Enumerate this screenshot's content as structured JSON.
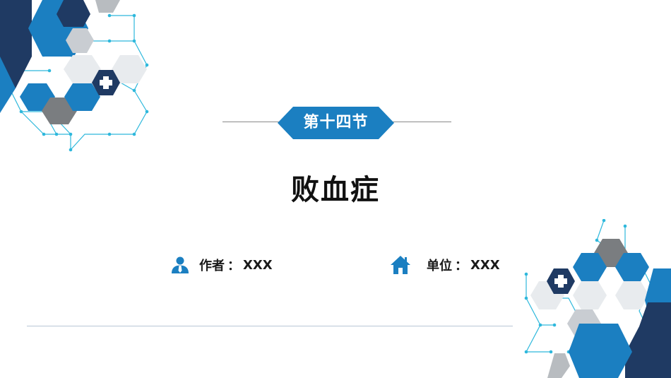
{
  "section": {
    "label": "第十四节"
  },
  "title": "败血症",
  "author": {
    "label": "作者",
    "separator": "：",
    "value": "XXX"
  },
  "unit": {
    "label": "单位",
    "separator": "：",
    "value": "XXX"
  },
  "colors": {
    "primary_blue": "#1b7fc1",
    "dark_navy": "#1f3a63",
    "gray": "#8c8c8c",
    "light_gray": "#e4e7ea",
    "node_cyan": "#2eb8dc"
  },
  "icons": {
    "author": "user-icon",
    "unit": "home-icon",
    "medical": "medical-cross-icon"
  }
}
